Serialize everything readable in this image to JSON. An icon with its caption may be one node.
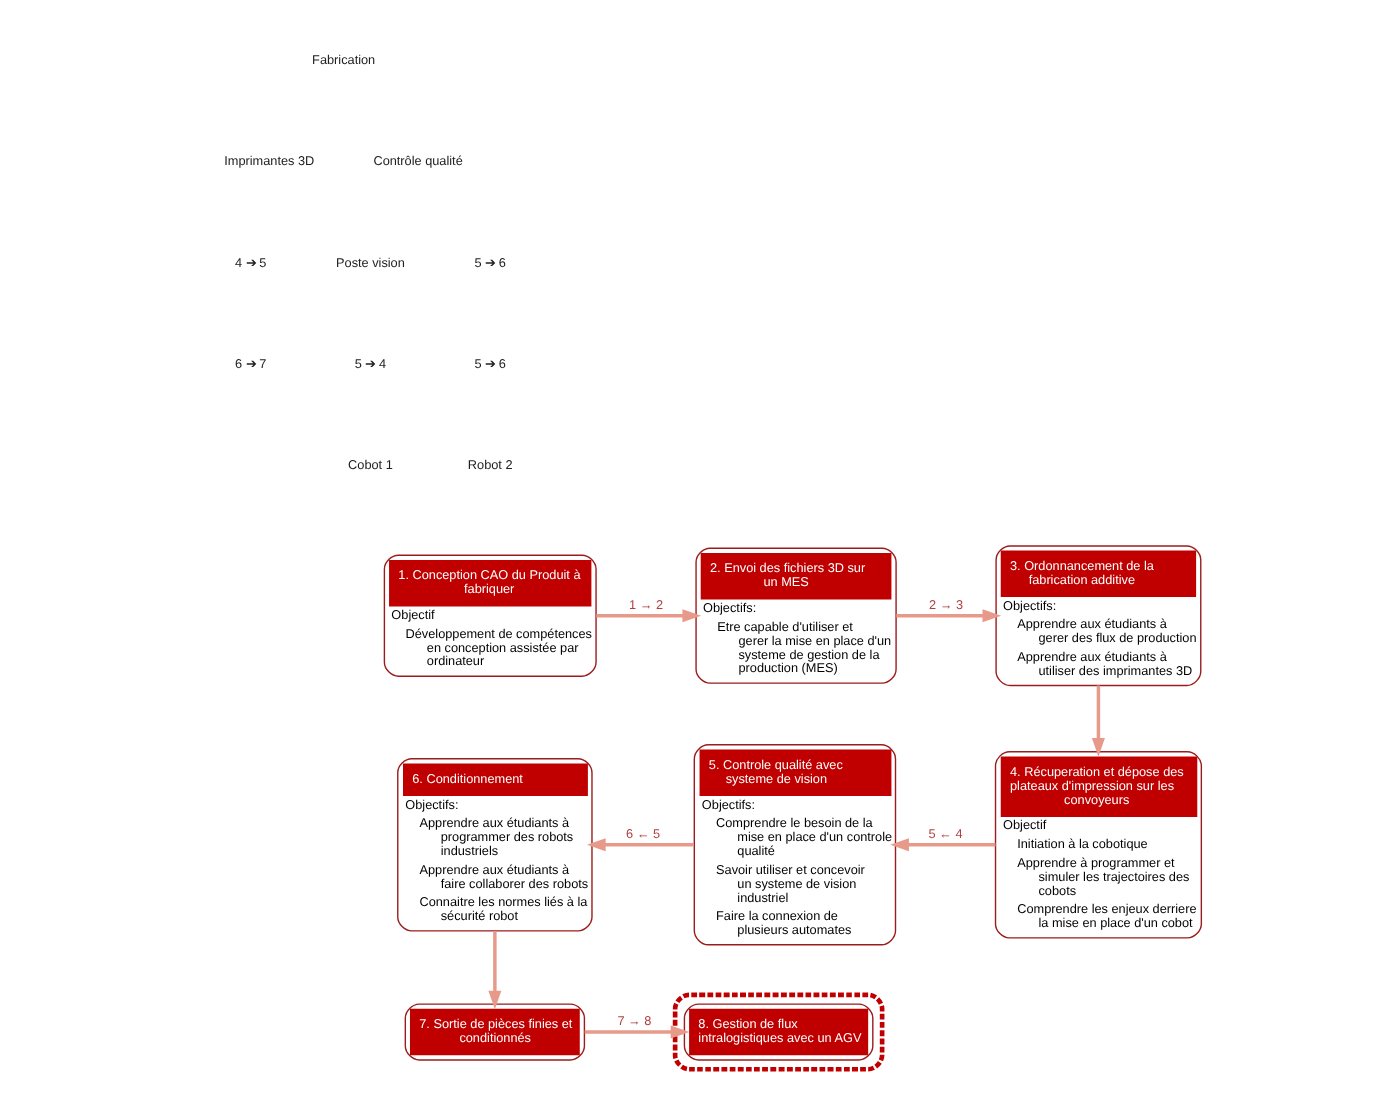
{
  "diagram": {
    "nodes": [
      {
        "text": [
          "1. Conception CAO du Produit à fabriquer",
          "Objectif",
          "Développement de compétences en conception assistée par ordinateur"
        ]
      },
      {
        "text": [
          "2. Envoi des fichiers 3D sur un MES",
          "Objectifs:",
          "Etre capable d'utiliser et gerer la mise en place d'un systeme de gestion de la production (MES)"
        ]
      },
      {
        "text": [
          "3. Ordonnancement de la fabrication additive",
          "Objectifs:",
          "Apprendre aux étudiants à gerer des flux de production",
          "Apprendre aux étudiants à utiliser des imprimantes 3D"
        ]
      },
      {
        "text": [
          "4. Récuperation et dépose des plateaux d'impression sur les convoyeurs",
          "Objectif",
          "Initiation à la cobotique",
          "Apprendre à programmer et simuler les trajectoires des cobots",
          "Comprendre les enjeux derriere la mise en place d'un cobot"
        ]
      },
      {
        "text": [
          "5. Controle qualité avec systeme de vision",
          "Objectifs:",
          "Comprendre le besoin de la mise en place d'un controle qualité",
          "Savoir utiliser et concevoir un systeme de vision industriel",
          "Faire la connexion de plusieurs automates"
        ]
      },
      {
        "text": [
          "6. Conditionnement",
          "Objectifs:",
          "Apprendre aux étudiants à programmer des robots industriels",
          "Apprendre aux étudiants à faire collaborer des robots",
          "Connaitre les normes liés à la sécurité robot"
        ]
      },
      {
        "text": [
          "7. Sortie de pièces finies et conditionnés"
        ]
      },
      {
        "text": [],
        "shape": "box"
      },
      {
        "text": [
          "8. Gestion de flux intralogistiques avec un AGV"
        ],
        "in": 7
      }
    ],
    "edges": [
      {
        "from": 0,
        "to": 1,
        "arrow": "to",
        "label": "1 → 2"
      },
      {
        "from": 1,
        "to": 2,
        "arrow": "to",
        "label": "2 → 3"
      },
      {
        "from": 2,
        "to": 3,
        "arrow": "to"
      },
      {
        "from": 3,
        "to": 4,
        "arrow": "to",
        "label": "5 ← 4"
      },
      {
        "from": 4,
        "to": 5,
        "arrow": "to",
        "label": "6 ← 5"
      },
      {
        "from": 5,
        "to": 6,
        "arrow": "to"
      },
      {
        "from": 6,
        "to": 8,
        "arrow": "to",
        "label": "7 → 8"
      }
    ],
    "labels": [
      "Fabrication",
      "Imprimantes 3D",
      "4 ➔ 5",
      "6 ➔ 7",
      "Contrôle qualité",
      "Poste vision",
      "5 ➔ 4",
      "Cobot 1",
      "5 ➔ 6",
      "5 ➔ 6",
      "Robot 2"
    ]
  }
}
